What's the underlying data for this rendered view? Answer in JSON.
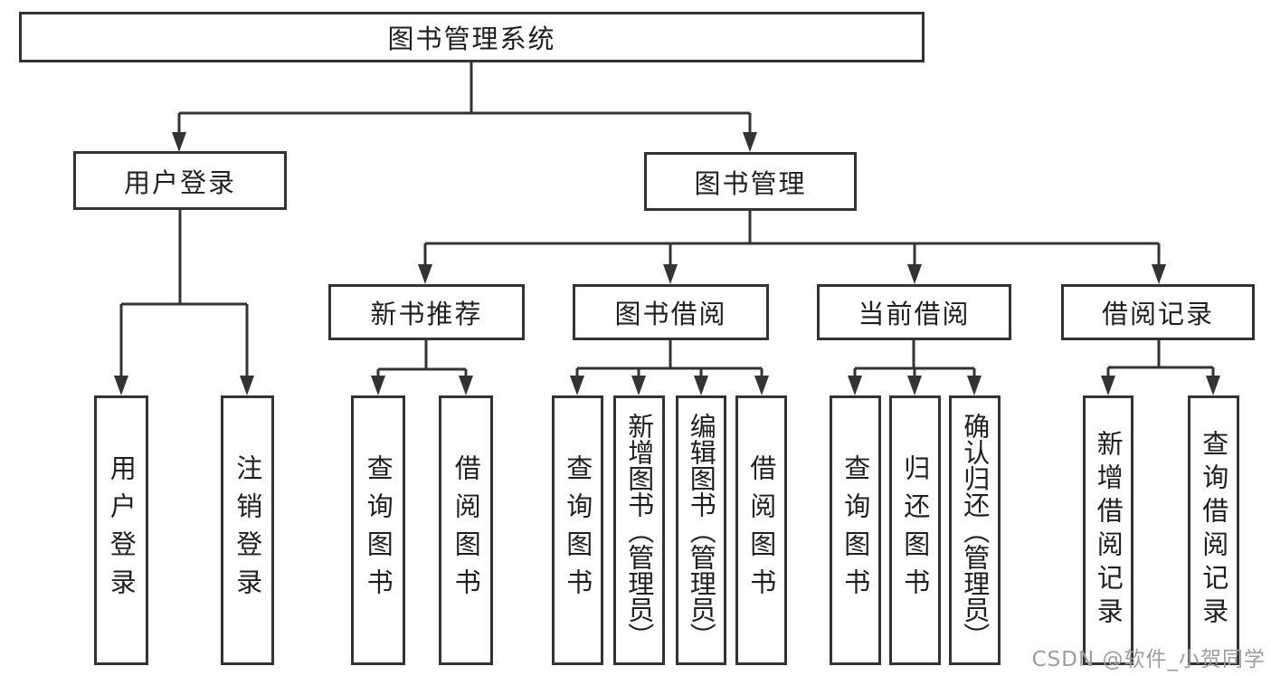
{
  "diagram": {
    "title": "图书管理系统",
    "tree": {
      "root": {
        "label": "图书管理系统"
      },
      "branches": [
        {
          "label": "用户登录",
          "leaves": [
            {
              "label": "用户登录"
            },
            {
              "label": "注销登录"
            }
          ]
        },
        {
          "label": "图书管理",
          "groups": [
            {
              "label": "新书推荐",
              "leaves": [
                {
                  "label": "查询图书"
                },
                {
                  "label": "借阅图书"
                }
              ]
            },
            {
              "label": "图书借阅",
              "leaves": [
                {
                  "label": "查询图书"
                },
                {
                  "label": "新增图书（管理员）"
                },
                {
                  "label": "编辑图书（管理员）"
                },
                {
                  "label": "借阅图书"
                }
              ]
            },
            {
              "label": "当前借阅",
              "leaves": [
                {
                  "label": "查询图书"
                },
                {
                  "label": "归还图书"
                },
                {
                  "label": "确认归还（管理员）"
                }
              ]
            },
            {
              "label": "借阅记录",
              "leaves": [
                {
                  "label": "新增借阅记录"
                },
                {
                  "label": "查询借阅记录"
                }
              ]
            }
          ]
        }
      ]
    },
    "colors": {
      "line": "#333333",
      "text": "#1f1f1f",
      "background": "#ffffff",
      "watermark": "#9e9e9e"
    }
  },
  "watermark": "CSDN @软件_小贺同学"
}
